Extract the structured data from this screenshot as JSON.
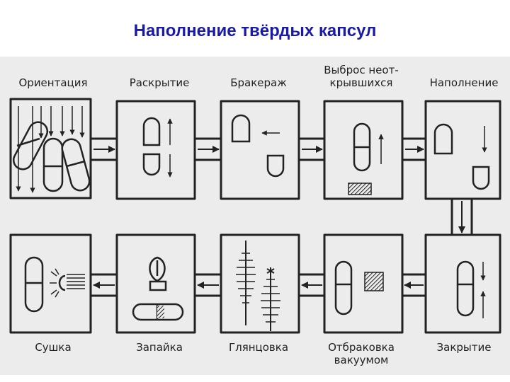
{
  "title": "Наполнение твёрдых капсул",
  "colors": {
    "title": "#1a1aa8",
    "ink": "#222222",
    "paper": "#ececec"
  },
  "top_row": [
    {
      "label": "Ориентация"
    },
    {
      "label": "Раскрытие"
    },
    {
      "label": "Бракераж"
    },
    {
      "label": "Выброс неот-",
      "label2": "крывшихся"
    },
    {
      "label": "Наполнение"
    }
  ],
  "bottom_row": [
    {
      "label": "Сушка"
    },
    {
      "label": "Запайка"
    },
    {
      "label": "Глянцовка"
    },
    {
      "label": "Отбраковка",
      "label2": "вакуумом"
    },
    {
      "label": "Закрытие"
    }
  ]
}
